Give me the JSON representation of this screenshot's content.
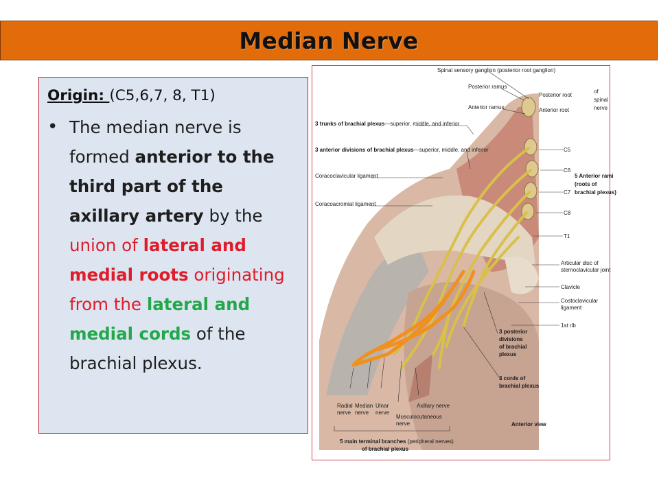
{
  "title": "Median Nerve",
  "origin": {
    "label": "Origin: ",
    "value": "(C5,6,7, 8, T1)"
  },
  "bullet": {
    "p1": "The median nerve is formed ",
    "p2": "anterior to the third part of the axillary artery",
    "p3": " by the ",
    "p4": "union of ",
    "p5": "lateral and medial roots",
    "p6": " originating from the ",
    "p7": "lateral and medial cords",
    "p8": " of the brachial plexus."
  },
  "figure": {
    "labels": {
      "spinal_ganglion": "Spinal sensory ganglion (posterior root ganglion)",
      "posterior_ramus": "Posterior ramus",
      "posterior_root": "Posterior root",
      "of_spinal_1": "of",
      "of_spinal_2": "spinal",
      "of_spinal_3": "nerve",
      "anterior_ramus": "Anterior ramus",
      "anterior_root": "Anterior root",
      "trunks_bold": "3 trunks of brachial plexus",
      "trunks_rest": "—superior, middle, and inferior",
      "ant_div_bold": "3 anterior divisions of brachial plexus",
      "ant_div_rest": "—superior, middle, and inferior",
      "coracoclavicular": "Coracoclavicular ligament",
      "coracoacromial": "Coracoacromial ligament",
      "c5": "C5",
      "c6": "C6",
      "c7": "C7",
      "c8": "C8",
      "t1": "T1",
      "rami_1": "5 Anterior rami",
      "rami_2": "(roots of",
      "rami_3": "brachial plexus)",
      "articular_1": "Articular disc of",
      "articular_2": "sternoclavicular joint",
      "clavicle": "Clavicle",
      "costoclav_1": "Costoclavicular",
      "costoclav_2": "ligament",
      "first_rib": "1st rib",
      "post_div_1": "3 posterior",
      "post_div_2": "divisions",
      "post_div_3": "of brachial",
      "post_div_4": "plexus",
      "cords_1": "3 cords of",
      "cords_2": "brachial plexus",
      "radial_1": "Radial",
      "radial_2": "nerve",
      "median_1": "Median",
      "median_2": "nerve",
      "ulnar_1": "Ulnar",
      "ulnar_2": "nerve",
      "axillary": "Axillary nerve",
      "musculo_1": "Musculocutaneous",
      "musculo_2": "nerve",
      "anterior_view": "Anterior view",
      "terminal_bold": "5 main terminal branches",
      "terminal_rest": " (peripheral nerves)",
      "terminal_2": "of brachial plexus"
    }
  }
}
